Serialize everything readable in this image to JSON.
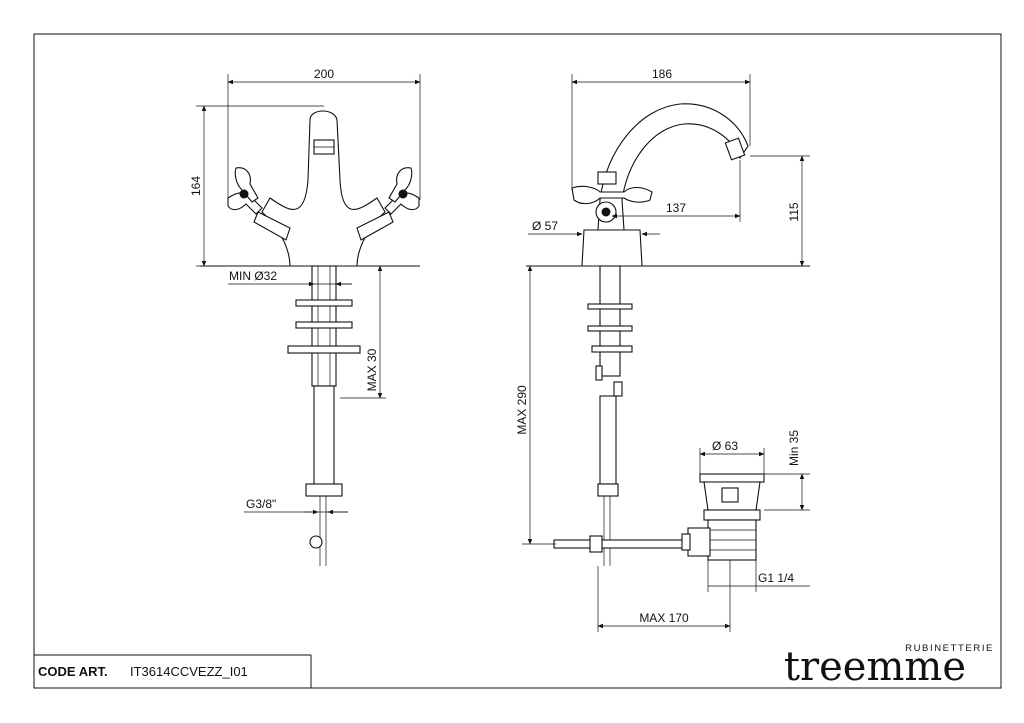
{
  "drawing": {
    "front_view": {
      "width": "200",
      "height": "164",
      "hole": "MIN Ø32",
      "thickness": "MAX 30",
      "thread": "G3/8\""
    },
    "side_view": {
      "projection": "186",
      "height": "115",
      "reach": "137",
      "base_diameter": "Ø 57",
      "depth": "MAX 290",
      "waste_diameter": "Ø 63",
      "waste_height": "Min 35",
      "waste_thread": "G1 1/4",
      "rod_length": "MAX 170"
    }
  },
  "title_block": {
    "code_label": "CODE ART.",
    "code_value": "IT3614CCVEZZ_I01"
  },
  "brand": {
    "subtitle": "RUBINETTERIE",
    "name": "treemme"
  }
}
